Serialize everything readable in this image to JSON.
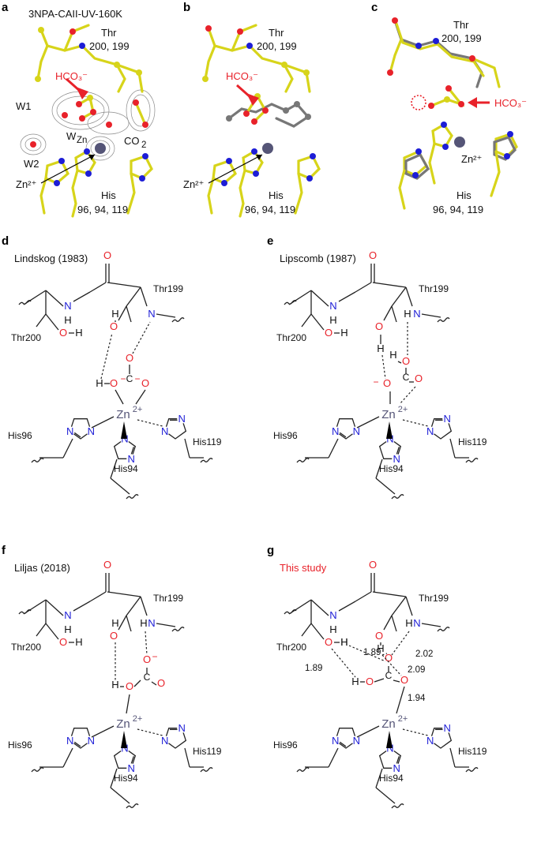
{
  "panels": {
    "a": {
      "letter": "a",
      "title": "3NPA-CAII-UV-160K",
      "thr": "Thr",
      "thr_nums": "200, 199",
      "hco3": "HCO₃⁻",
      "w1": "W1",
      "wzn": "W",
      "wzn_sub": "Zn",
      "co2": "CO",
      "co2_sub": "2",
      "w2": "W2",
      "zn": "Zn²⁺",
      "his": "His",
      "his_nums": "96, 94, 119"
    },
    "b": {
      "letter": "b",
      "thr": "Thr",
      "thr_nums": "200, 199",
      "hco3": "HCO₃⁻",
      "zn": "Zn²⁺",
      "his": "His",
      "his_nums": "96, 94, 119"
    },
    "c": {
      "letter": "c",
      "thr": "Thr",
      "thr_nums": "200, 199",
      "hco3": "HCO₃⁻",
      "zn": "Zn²⁺",
      "his": "His",
      "his_nums": "96, 94, 119"
    },
    "d": {
      "letter": "d",
      "title": "Lindskog (1983)"
    },
    "e": {
      "letter": "e",
      "title": "Lipscomb (1987)"
    },
    "f": {
      "letter": "f",
      "title": "Liljas (2018)"
    },
    "g": {
      "letter": "g",
      "title": "This study",
      "distances": [
        "2.02",
        "1.89",
        "1.89",
        "2.09",
        "1.94"
      ]
    }
  },
  "schematic": {
    "thr199": "Thr199",
    "thr200": "Thr200",
    "his96": "His96",
    "his94": "His94",
    "his119": "His119",
    "n": "N",
    "h": "H",
    "o": "O",
    "c": "C",
    "zn": "Zn",
    "zn_charge": "2+",
    "minus": "−"
  },
  "colors": {
    "oxygen": "#e8222a",
    "nitrogen": "#1d1dd6",
    "carbon": "#d7d41a",
    "zinc": "#555577"
  }
}
